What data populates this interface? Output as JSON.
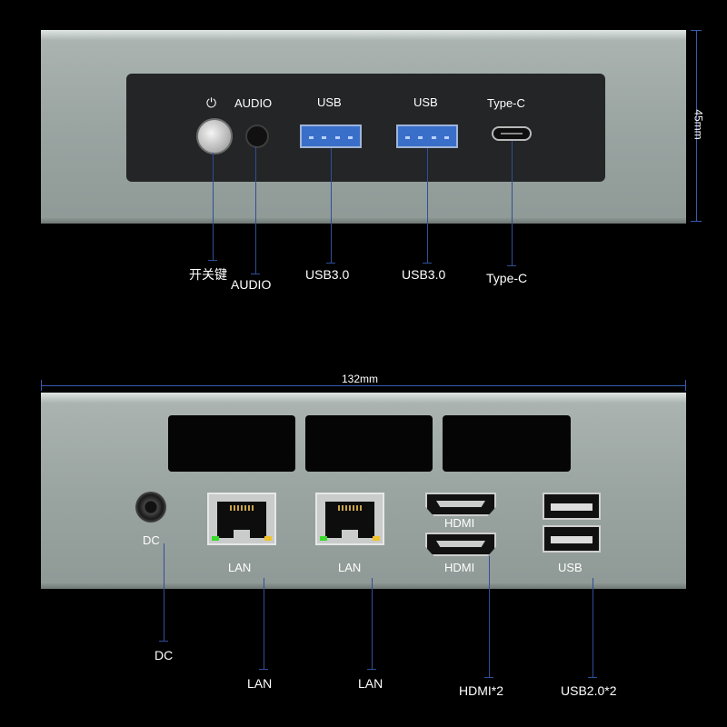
{
  "front": {
    "panel_labels": {
      "audio": "AUDIO",
      "usb1": "USB",
      "usb2": "USB",
      "typec": "Type-C"
    },
    "callouts": {
      "power": "开关键",
      "audio": "AUDIO",
      "usb1": "USB3.0",
      "usb2": "USB3.0",
      "typec": "Type-C"
    },
    "power_icon": "power-icon"
  },
  "back": {
    "port_labels": {
      "dc": "DC",
      "lan1": "LAN",
      "lan2": "LAN",
      "hdmi_top": "HDMI",
      "hdmi_bottom": "HDMI",
      "usb": "USB"
    },
    "callouts": {
      "dc": "DC",
      "lan1": "LAN",
      "lan2": "LAN",
      "hdmi": "HDMI*2",
      "usb": "USB2.0*2"
    }
  },
  "dimensions": {
    "width": "132mm",
    "height": "45mm"
  },
  "colors": {
    "background": "#000000",
    "chassis": "#9aa4a1",
    "leader_line": "#2f4f9a",
    "usb3_blue": "#3a6fc9",
    "led_green": "#3bdc2c",
    "led_yellow": "#f0c32c"
  }
}
